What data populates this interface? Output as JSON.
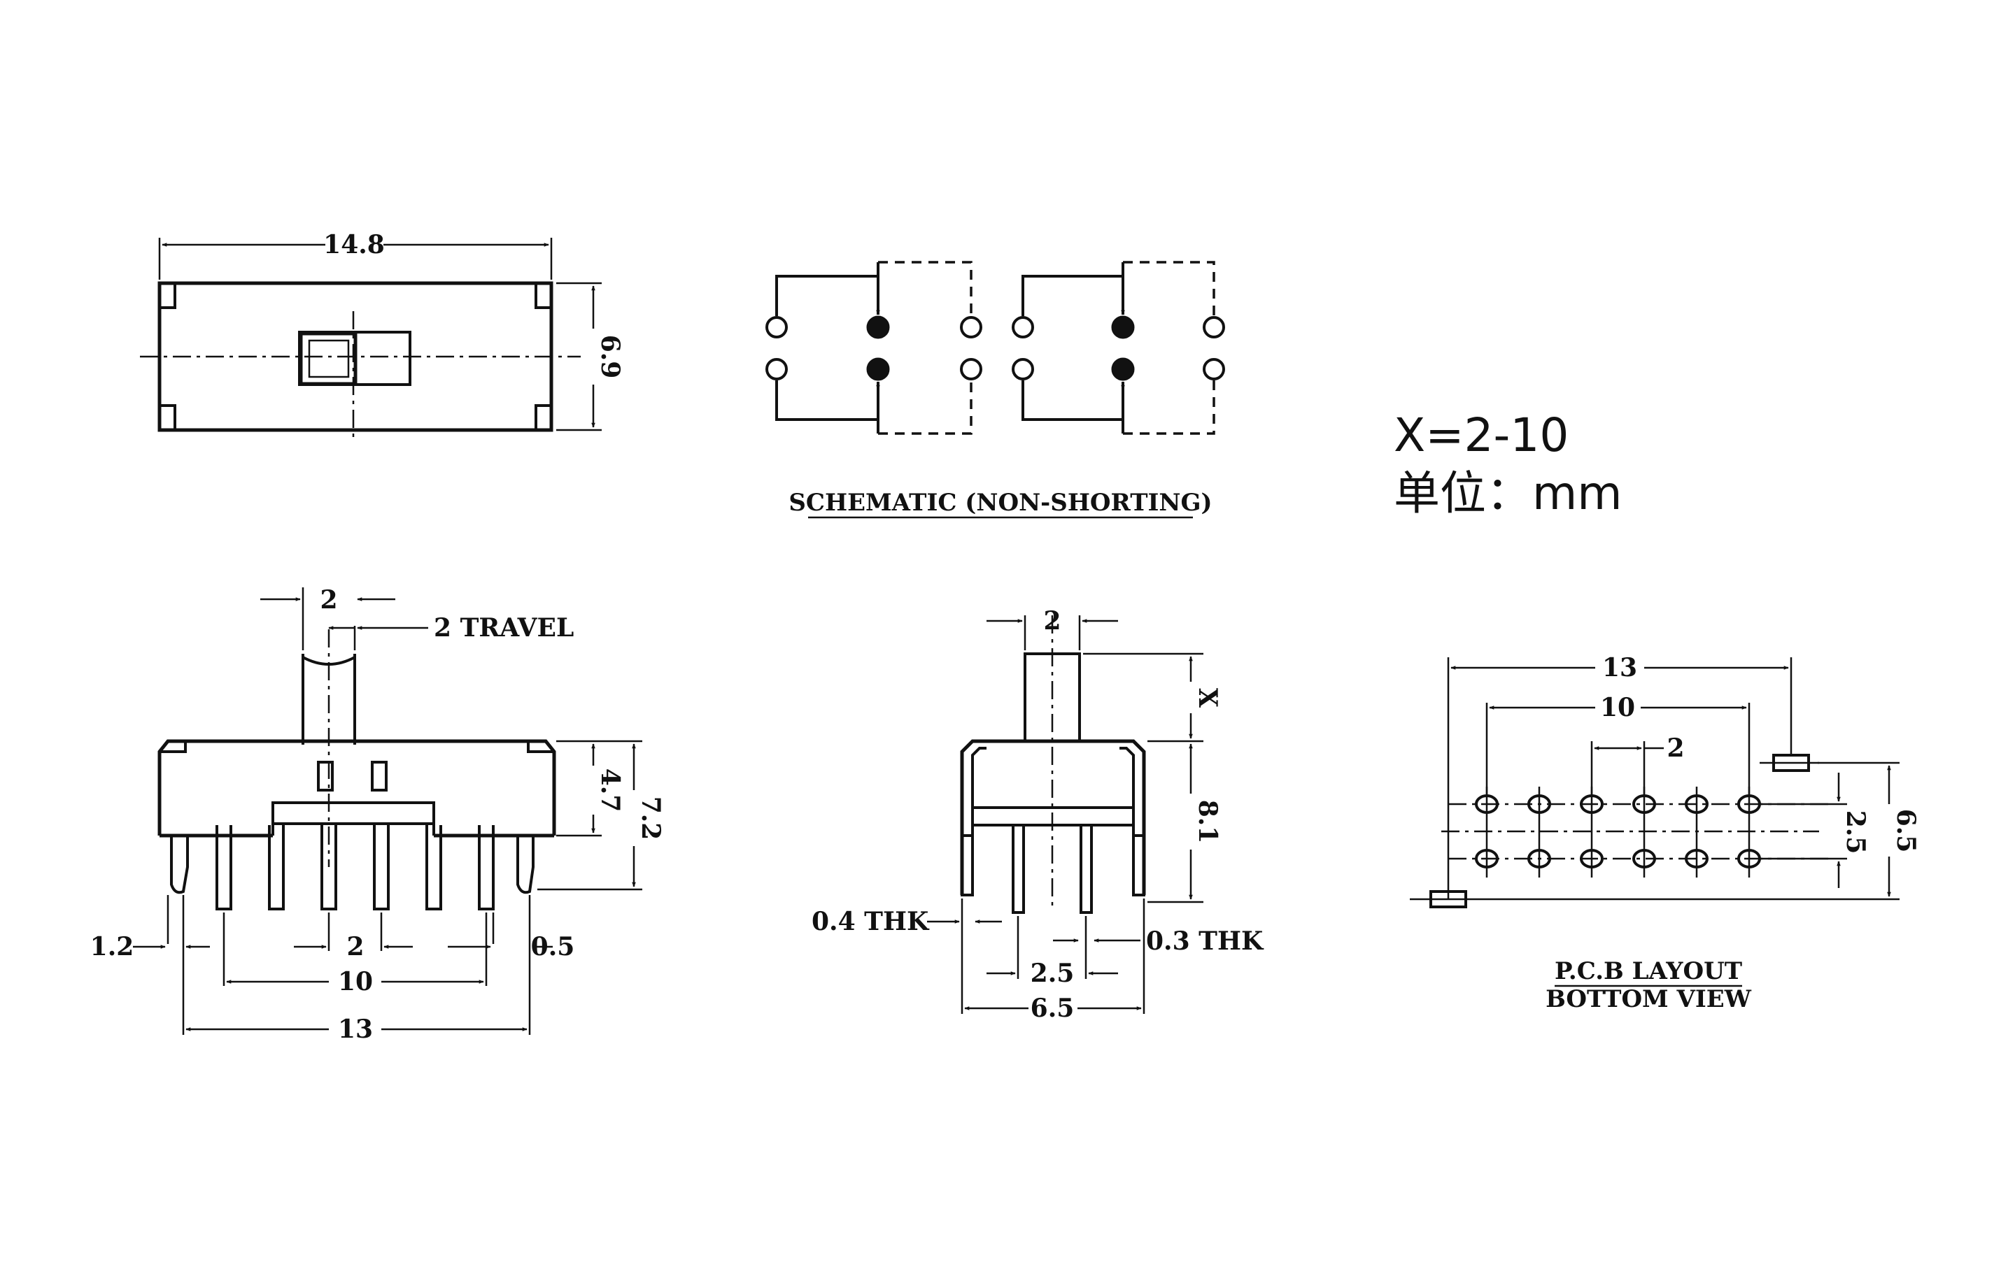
{
  "dims": {
    "top_width": "14.8",
    "top_height": "6.9",
    "travel_width": "2",
    "travel_label": "2 TRAVEL",
    "body_height": "4.7",
    "total_height": "7.2",
    "pin_width": "1.2",
    "pin_pitch": "2",
    "tab_thk": "0.5",
    "pin_span": "10",
    "body_span": "13",
    "act_width": "2",
    "x_label": "X",
    "side_height": "8.1",
    "frame_thk": "0.4 THK",
    "pin_thk": "0.3 THK",
    "row_pitch": "2.5",
    "side_span": "6.5",
    "pcb_span": "13",
    "pcb_pin_span": "10",
    "pcb_pitch": "2",
    "pcb_row": "2.5",
    "pcb_height": "6.5"
  },
  "labels": {
    "schematic": "SCHEMATIC (NON-SHORTING)",
    "pcb_line1": "P.C.B LAYOUT",
    "pcb_line2": "BOTTOM VIEW",
    "x_range": "X=2-10",
    "unit": "单位：mm"
  }
}
